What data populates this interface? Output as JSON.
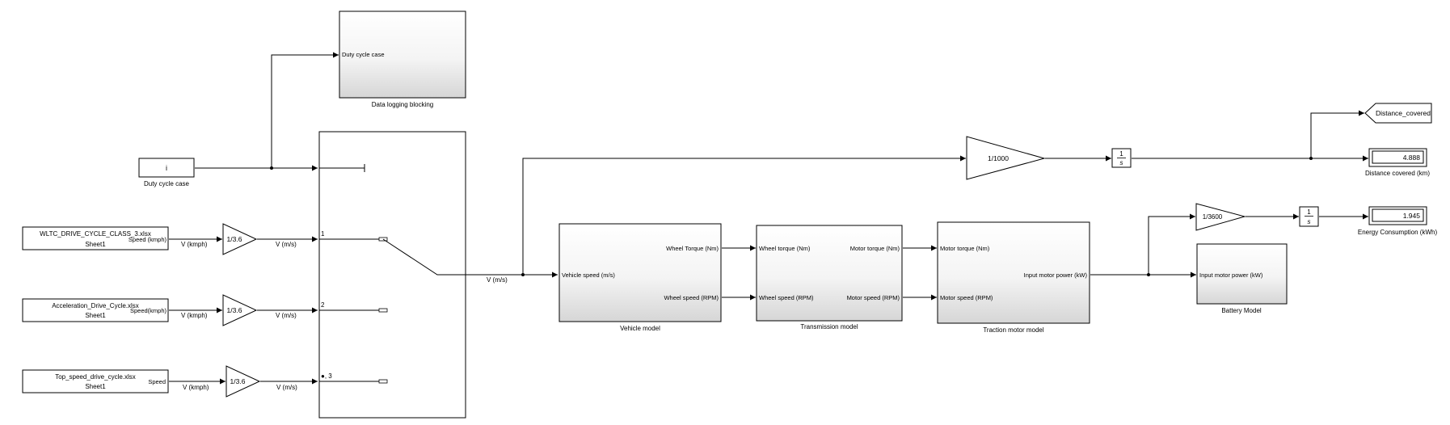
{
  "blocks": {
    "data_logging": {
      "port": "Duty cycle case",
      "caption": "Data logging blocking"
    },
    "duty_const": {
      "value": "i",
      "caption": "Duty cycle case"
    },
    "source1": {
      "file": "WLTC_DRIVE_CYCLE_CLASS_3.xlsx",
      "sheet": "Sheet1",
      "port": "Speed (kmph)"
    },
    "source2": {
      "file": "Acceleration_Drive_Cycle.xlsx",
      "sheet": "Sheet1",
      "port": "Speed(kmph)"
    },
    "source3": {
      "file": "Top_speed_drive_cycle.xlsx",
      "sheet": "Sheet1",
      "port": "Speed"
    },
    "gain1": {
      "value": "1/3.6"
    },
    "gain2": {
      "value": "1/3.6"
    },
    "gain3": {
      "value": "1/3.6"
    },
    "switch": {
      "port1": "1",
      "port2": "2",
      "port3": "●, 3"
    },
    "gain_dist": {
      "value": "1/1000"
    },
    "integrator_dist": {
      "num": "1",
      "den": "s"
    },
    "distance_goto": {
      "tag": "Distance_covered"
    },
    "distance_display": {
      "value": "4.888",
      "caption": "Distance covered (km)"
    },
    "gain_energy": {
      "value": "1/3600"
    },
    "integrator_energy": {
      "num": "1",
      "den": "s"
    },
    "energy_display": {
      "value": "1.945",
      "caption": "Energy Consumption (kWh)"
    },
    "vehicle_model": {
      "in1": "Vehicle speed (m/s)",
      "out1": "Wheel Torque (Nm)",
      "out2": "Wheel speed (RPM)",
      "caption": "Vehicle model"
    },
    "transmission_model": {
      "in1": "Wheel torque (Nm)",
      "in2": "Wheel speed (RPM)",
      "out1": "Motor torque (Nm)",
      "out2": "Motor speed (RPM)",
      "caption": "Transmission model"
    },
    "traction_model": {
      "in1": "Motor torque  (Nm)",
      "in2": "Motor speed (RPM)",
      "out1": "Input motor power (kW)",
      "caption": "Traction motor model"
    },
    "battery_model": {
      "in1": "Input motor power (kW)",
      "caption": "Battery Model"
    }
  },
  "signals": {
    "v_kmph_1": "V (kmph)",
    "v_ms_1": "V (m/s)",
    "v_kmph_2": "V (kmph)",
    "v_ms_2": "V (m/s)",
    "v_kmph_3": "V (kmph)",
    "v_ms_3": "V (m/s)",
    "v_ms_main": "V (m/s)"
  }
}
